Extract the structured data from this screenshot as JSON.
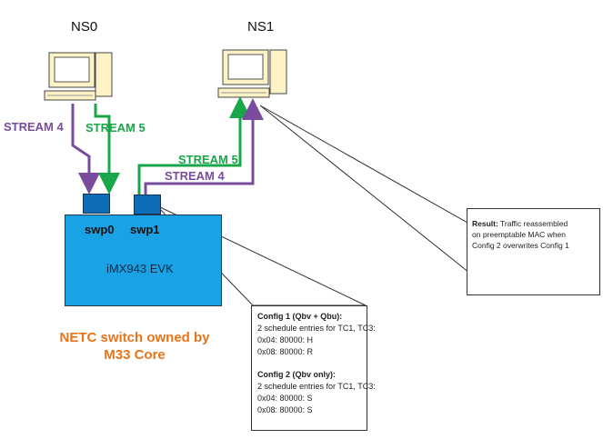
{
  "hosts": {
    "ns0": {
      "label": "NS0"
    },
    "ns1": {
      "label": "NS1"
    }
  },
  "streams": {
    "ns0_stream4": "STREAM 4",
    "ns0_stream5": "STREAM 5",
    "ns1_stream5": "STREAM 5",
    "ns1_stream4": "STREAM 4"
  },
  "board": {
    "name": "iMX943 EVK",
    "port0": "swp0",
    "port1": "swp1"
  },
  "owner": {
    "line1": "NETC switch owned by",
    "line2": "M33 Core"
  },
  "config_note": {
    "c1_title": "Config 1 (Qbv + Qbu):",
    "c1_line1": "2 schedule entries for TC1, TC3:",
    "c1_line2": "0x04: 80000: H",
    "c1_line3": "0x08: 80000: R",
    "c2_title": "Config 2 (Qbv only):",
    "c2_line1": "2 schedule entries for TC1, TC3:",
    "c2_line2": "0x04: 80000: S",
    "c2_line3": "0x08: 80000: S"
  },
  "result_note": {
    "title": "Result:",
    "line1": " Traffic reassembled",
    "line2": "on preemptable MAC when",
    "line3": "Config 2 overwrites Config 1"
  },
  "colors": {
    "stream4": "#7a4c9e",
    "stream5": "#19a64a",
    "board": "#1aa2e6",
    "port": "#0d6db6",
    "owner_text": "#e8741a"
  }
}
